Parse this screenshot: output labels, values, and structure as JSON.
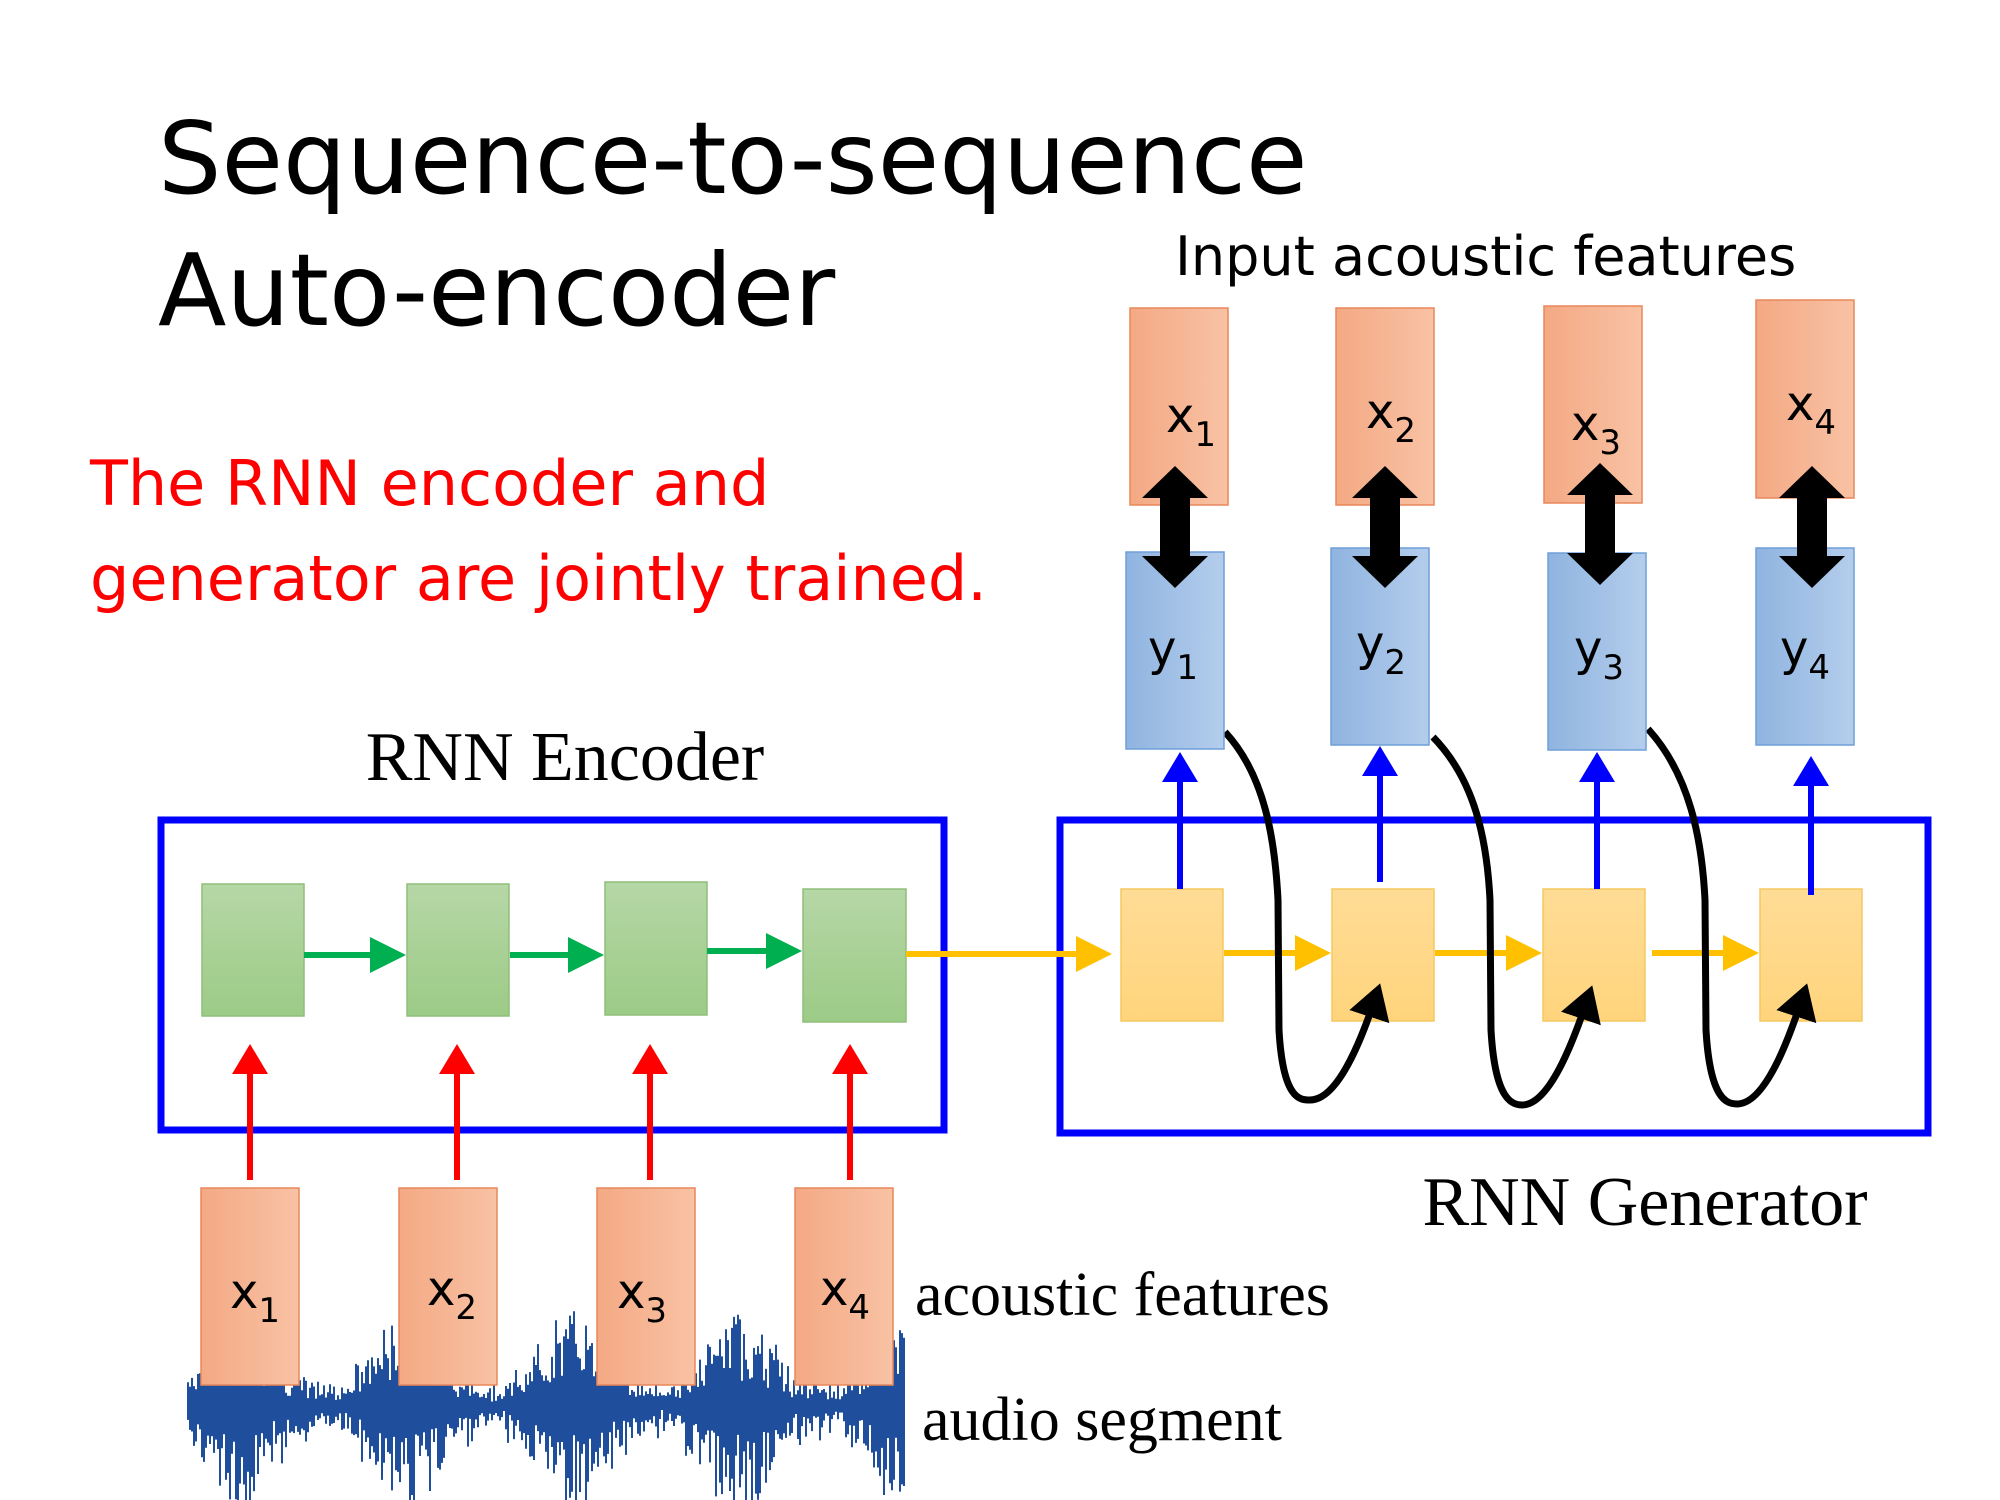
{
  "slide": {
    "title_line1": "Sequence-to-sequence",
    "title_line2": "Auto-encoder",
    "note_line1": "The RNN encoder and",
    "note_line2": "generator are jointly trained.",
    "input_features_label": "Input acoustic features",
    "encoder_label": "RNN Encoder",
    "generator_label": "RNN Generator",
    "acoustic_features_label": "acoustic features",
    "audio_segment_label": "audio segment"
  },
  "inputs": [
    {
      "var": "x",
      "sub": "1"
    },
    {
      "var": "x",
      "sub": "2"
    },
    {
      "var": "x",
      "sub": "3"
    },
    {
      "var": "x",
      "sub": "4"
    }
  ],
  "outputs": [
    {
      "var": "y",
      "sub": "1"
    },
    {
      "var": "y",
      "sub": "2"
    },
    {
      "var": "y",
      "sub": "3"
    },
    {
      "var": "y",
      "sub": "4"
    }
  ],
  "targets": [
    {
      "var": "x",
      "sub": "1"
    },
    {
      "var": "x",
      "sub": "2"
    },
    {
      "var": "x",
      "sub": "3"
    },
    {
      "var": "x",
      "sub": "4"
    }
  ],
  "colors": {
    "title": "#000000",
    "note": "#ff0000",
    "frame": "#0000ff",
    "encoder_cell": "#a9d18e",
    "generator_cell": "#ffd98a",
    "feature_box": "#f4b183",
    "output_box": "#9dc3e6",
    "encoder_arrow": "#00b050",
    "generator_arrow": "#ffc000",
    "input_arrow": "#ff0000",
    "output_arrow": "#0000ff",
    "waveform": "#1f4e9c"
  }
}
